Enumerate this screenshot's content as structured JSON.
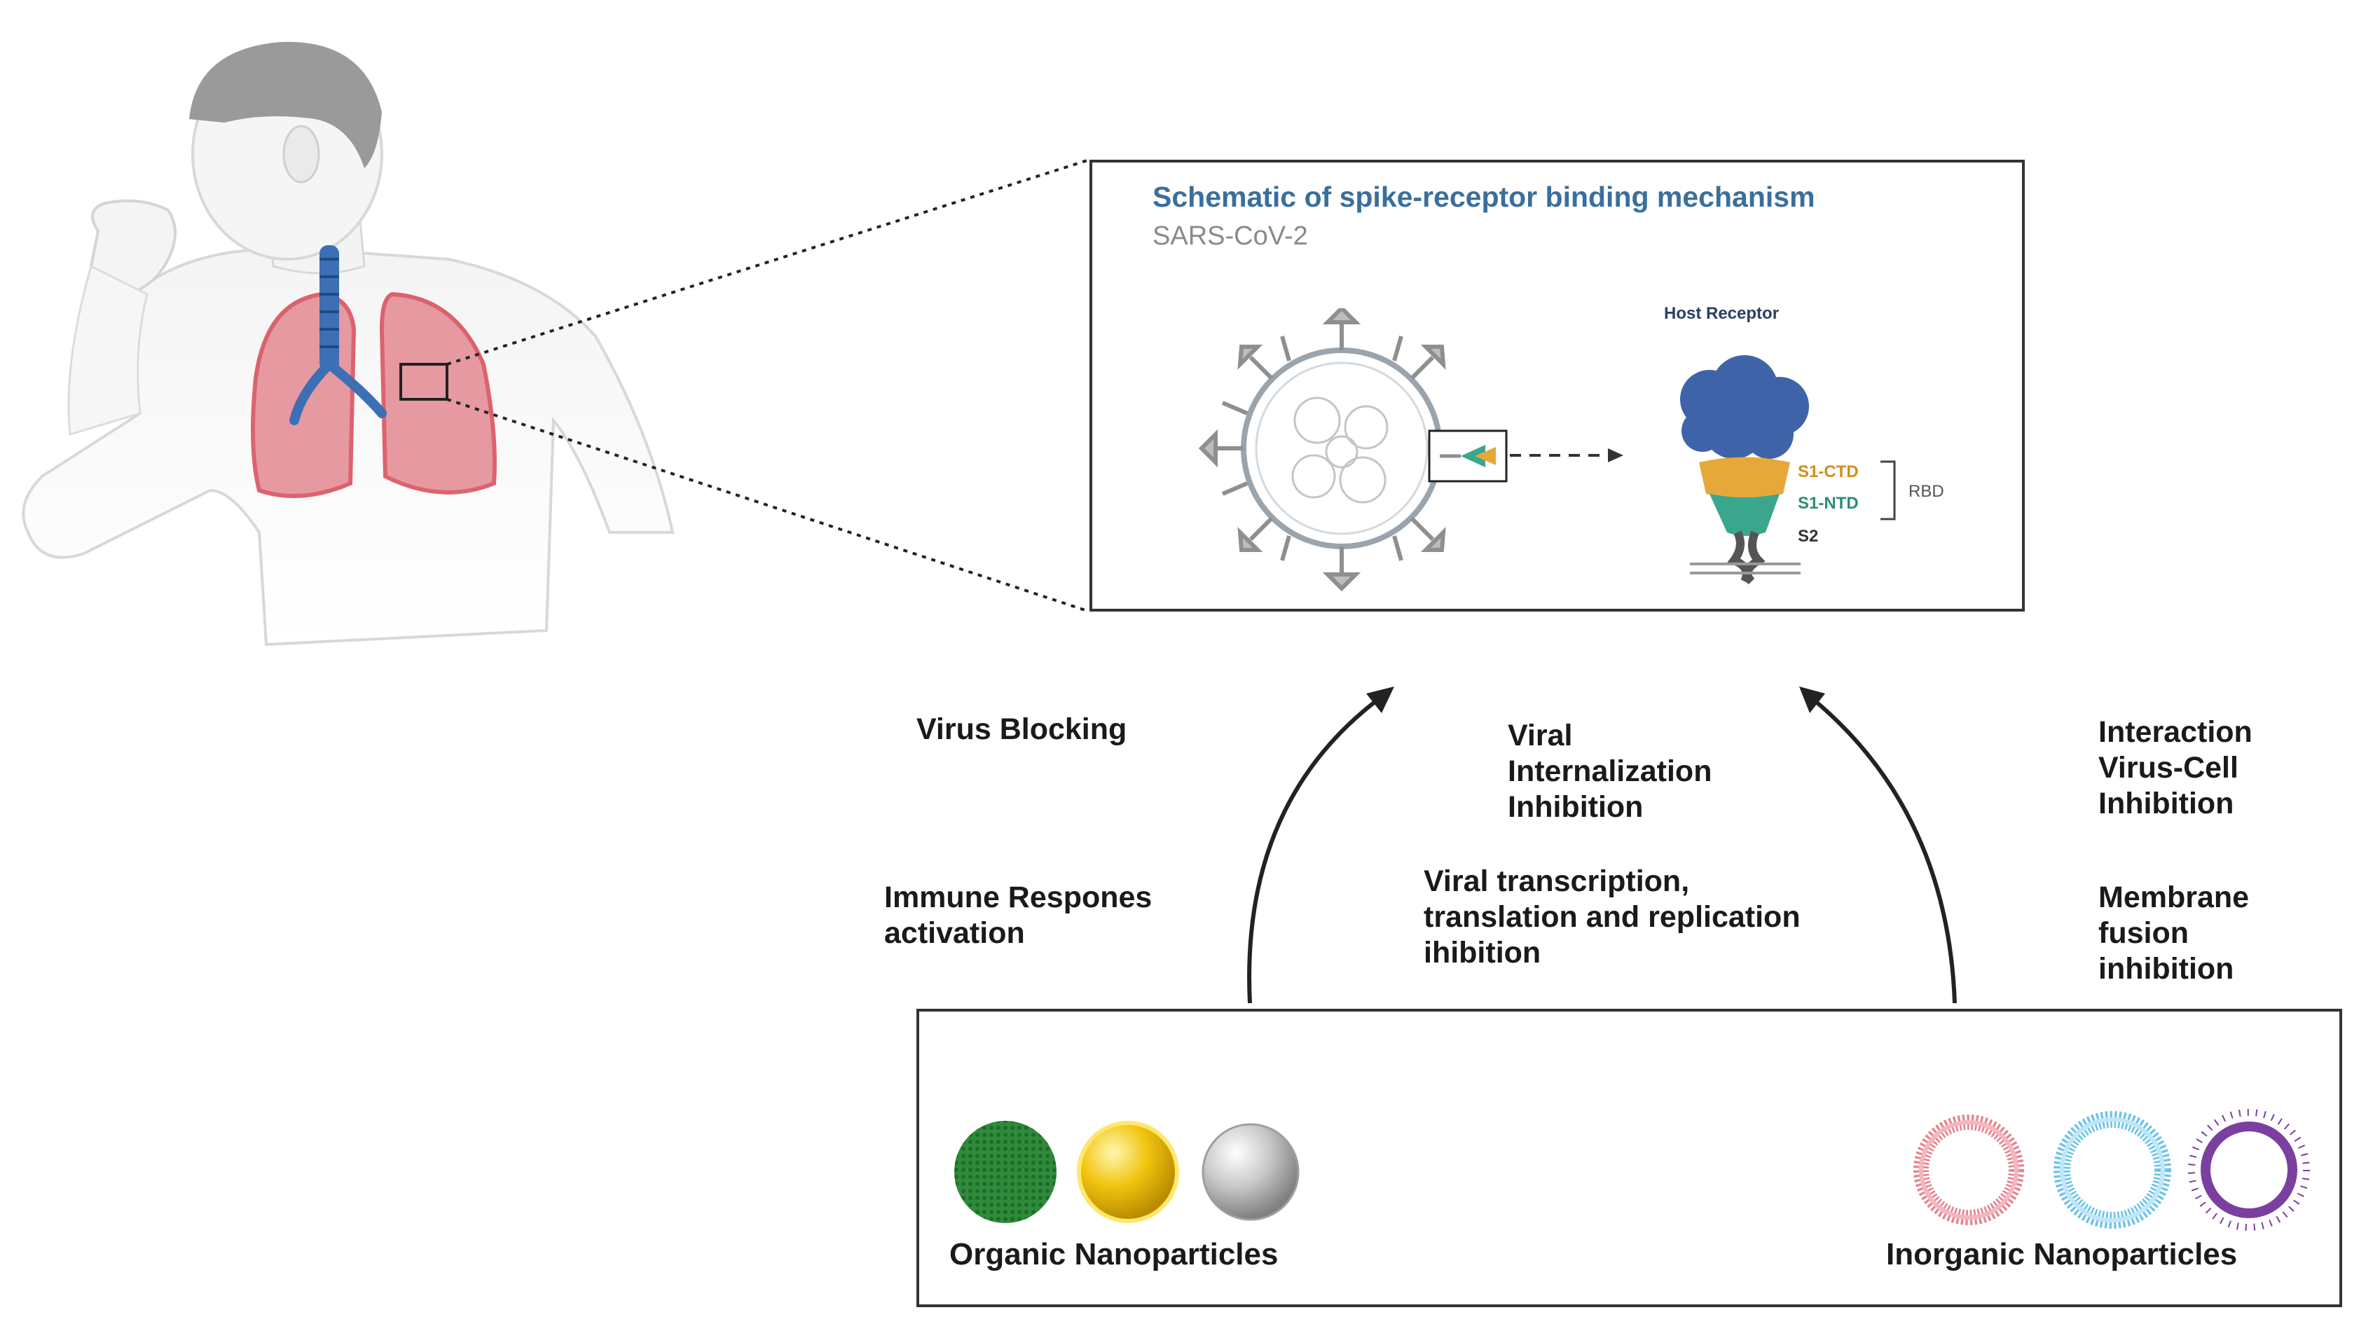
{
  "inset": {
    "title": "Schematic of spike-receptor binding mechanism",
    "subtitle": "SARS-CoV-2",
    "host_receptor": "Host Receptor",
    "s1_ctd": "S1-CTD",
    "s1_ntd": "S1-NTD",
    "rbd": "RBD",
    "s2": "S2"
  },
  "mechanisms": {
    "virus_blocking": "Virus Blocking",
    "viral_internalization": "Viral\nInternalization\nInhibition",
    "interaction_virus_cell": "Interaction\nVirus-Cell\nInhibition",
    "immune_response": "Immune Respones\nactivation",
    "viral_transcription": "Viral transcription,\ntranslation and replication\nihibition",
    "membrane_fusion": "Membrane\nfusion\ninhibition"
  },
  "nanoparticles": {
    "organic_label": "Organic Nanoparticles",
    "inorganic_label": "Inorganic Nanoparticles"
  },
  "colors": {
    "inset_title": "#3a6f9c",
    "lung": "#d9535f",
    "trachea": "#3d6fb5",
    "receptor_blue": "#3f63a8",
    "s1_ctd": "#e7a83a",
    "s1_ntd": "#3aa78c",
    "organic_green": "#2e8b3a",
    "gold": "#f1c40f",
    "silver": "#b9b9b9",
    "pink": "#e8838f",
    "cyan": "#6cc3ea",
    "purple": "#7b3fa0"
  }
}
